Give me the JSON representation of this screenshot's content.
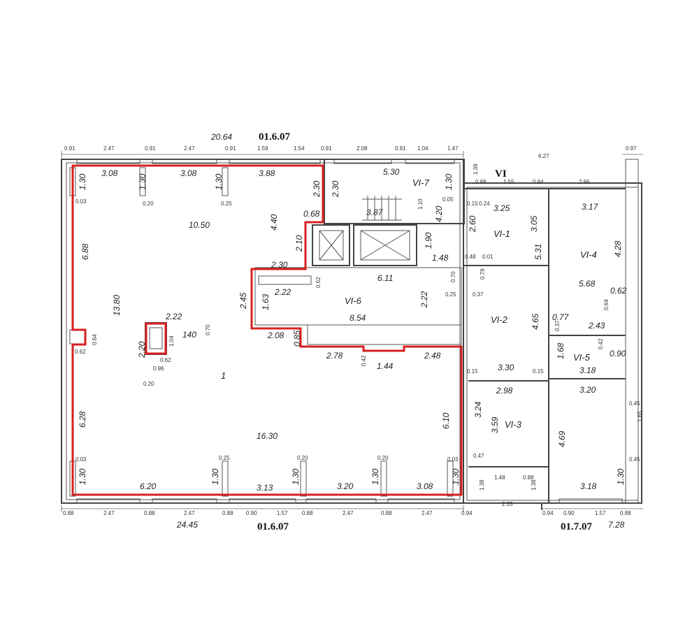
{
  "headers": {
    "top_axis": "01.6.07",
    "bottom_axis": "01.6.07",
    "bottom_right_axis": "01.7.07",
    "section_mark": "VI"
  },
  "overall_dims": {
    "top_total": "20.64",
    "bottom_total": "24.45",
    "right_total": "7.28",
    "right_top": "6.27"
  },
  "rooms": {
    "main": "1",
    "vi1": "VI-1",
    "vi2": "VI-2",
    "vi3": "VI-3",
    "vi4": "VI-4",
    "vi5": "VI-5",
    "vi6": "VI-6",
    "vi7": "VI-7"
  },
  "top_dims": [
    "0.91",
    "2.47",
    "0.91",
    "2.47",
    "0.91",
    "1.59",
    "1.54",
    "0.91",
    "2.08",
    "0.91",
    "1.04",
    "1.47",
    "0.97"
  ],
  "bottom_dims": [
    "0.88",
    "2.47",
    "0.88",
    "2.47",
    "0.88",
    "0.90",
    "1.57",
    "0.88",
    "2.47",
    "0.88",
    "2.47",
    "0.94",
    "0.94",
    "0.90",
    "1.57",
    "0.88"
  ],
  "room_dims": {
    "d308a": "3.08",
    "d308b": "3.08",
    "d388": "3.88",
    "d530": "5.30",
    "d130a": "1.30",
    "d130b": "1.30",
    "d130c": "1.30",
    "d130d": "1.30",
    "d020a": "0.20",
    "d025a": "0.25",
    "d003a": "0.03",
    "d230a": "2.30",
    "d230b": "2.30",
    "d068": "0.68",
    "d440": "4.40",
    "d1050": "10.50",
    "d387": "3.87",
    "d110": "1.10",
    "d420": "4.20",
    "d005": "0.05",
    "d210": "2.10",
    "d190": "1.90",
    "d148a": "1.48",
    "d688": "6.88",
    "d1380": "13.80",
    "d230c": "2.30",
    "d062a": "0.62",
    "d222a": "2.22",
    "d611": "6.11",
    "d222b": "2.22",
    "d163": "1.63",
    "d245": "2.45",
    "d222c": "2.22",
    "d070a": "0.70",
    "d140": "140",
    "d104": "1.04",
    "d220": "2.20",
    "d062b": "0.62",
    "d096": "0.96",
    "d020b": "0.20",
    "d064a": "0.64",
    "d062c": "0.62",
    "d854": "8.54",
    "d208": "2.08",
    "d085": "0.85",
    "d278": "2.78",
    "d042a": "0.42",
    "d144": "1.44",
    "d248": "2.48",
    "d025b": "0.25",
    "d037a": "0.37",
    "d070b": "0.70",
    "d079": "0.79",
    "d048": "0.48",
    "d325": "3.25",
    "d260": "2.60",
    "d305": "3.05",
    "d088a": "0.88",
    "d155": "1.55",
    "d094": "0.94",
    "d296": "2.96",
    "d317": "3.17",
    "d531": "5.31",
    "d428": "4.28",
    "d568": "5.68",
    "d062d": "0.62",
    "d064b": "0.64",
    "d465": "4.65",
    "d077": "0.77",
    "d037b": "0.37",
    "d243": "2.43",
    "d042b": "0.42",
    "d090": "0.90",
    "d168": "1.68",
    "d318a": "3.18",
    "d330": "3.30",
    "d298": "2.98",
    "d320a": "3.20",
    "d324": "3.24",
    "d359": "3.59",
    "d610": "6.10",
    "d045a": "0.45",
    "d165": "1.65",
    "d469": "4.69",
    "d045b": "0.45",
    "d628": "6.28",
    "d1630": "16.30",
    "d025c": "0.25",
    "d020c": "0.20",
    "d020d": "0.20",
    "d003b": "0.03",
    "d003c": "0.03",
    "d130e": "1.30",
    "d130f": "1.30",
    "d130g": "1.30",
    "d130h": "1.30",
    "d130i": "1.30",
    "d620": "6.20",
    "d313": "3.13",
    "d320b": "3.20",
    "d308c": "3.08",
    "d047": "0.47",
    "d148b": "1.48",
    "d088b": "0.88",
    "d138": "1.38",
    "d235": "2.35",
    "d318b": "3.18",
    "d130j": "1.30",
    "d139": "1.39",
    "d015a": "0.15",
    "d015b": "0.15",
    "d001": "0.01",
    "d015c": "0.15",
    "d138b": "1.38",
    "d024": "0.24"
  }
}
